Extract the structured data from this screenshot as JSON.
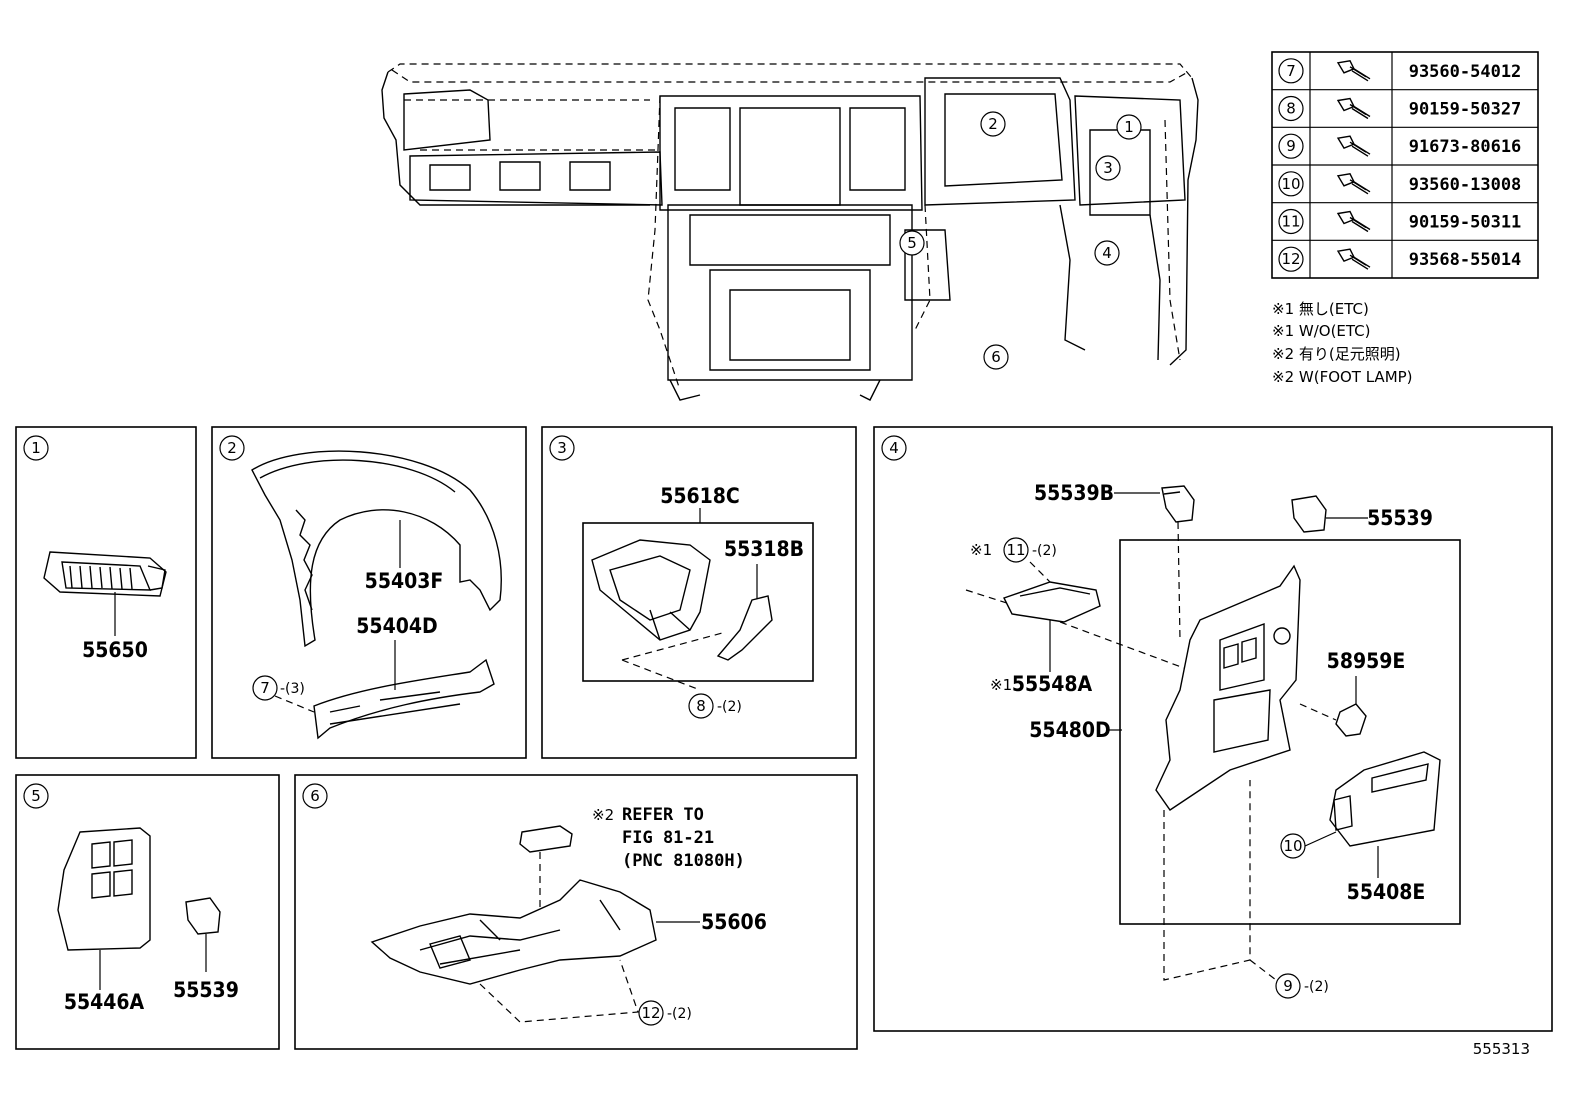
{
  "figure_number": "555313",
  "fastener_table": [
    {
      "callout": "7",
      "part_number": "93560-54012"
    },
    {
      "callout": "8",
      "part_number": "90159-50327"
    },
    {
      "callout": "9",
      "part_number": "91673-80616"
    },
    {
      "callout": "10",
      "part_number": "93560-13008"
    },
    {
      "callout": "11",
      "part_number": "90159-50311"
    },
    {
      "callout": "12",
      "part_number": "93568-55014"
    }
  ],
  "notes": [
    "※1 無し(ETC)",
    "※1 W/O(ETC)",
    "※2 有り(足元照明)",
    "※2 W(FOOT LAMP)"
  ],
  "overview_callouts": [
    "1",
    "2",
    "3",
    "4",
    "5",
    "6"
  ],
  "panels": {
    "p1": {
      "label": "1",
      "parts": [
        "55650"
      ]
    },
    "p2": {
      "label": "2",
      "parts": [
        "55403F",
        "55404D"
      ],
      "fastener": "7",
      "qty": "-(3)"
    },
    "p3": {
      "label": "3",
      "parts": [
        "55618C",
        "55318B"
      ],
      "fastener": "8",
      "qty": "-(2)"
    },
    "p4": {
      "label": "4",
      "parts": [
        "55539B",
        "55539",
        "55548A",
        "58959E",
        "55480D",
        "55408E"
      ],
      "note_mark": "※1",
      "note_mark_2": "※1",
      "fastener_a": "11",
      "qty_a": "-(2)",
      "fastener_b": "10",
      "fastener_c": "9",
      "qty_c": "-(2)"
    },
    "p5": {
      "label": "5",
      "parts": [
        "55446A",
        "55539"
      ]
    },
    "p6": {
      "label": "6",
      "parts": [
        "55606"
      ],
      "note_mark": "※2",
      "refer": [
        "REFER TO",
        "FIG 81-21",
        "(PNC 81080H)"
      ],
      "fastener": "12",
      "qty": "-(2)"
    }
  }
}
